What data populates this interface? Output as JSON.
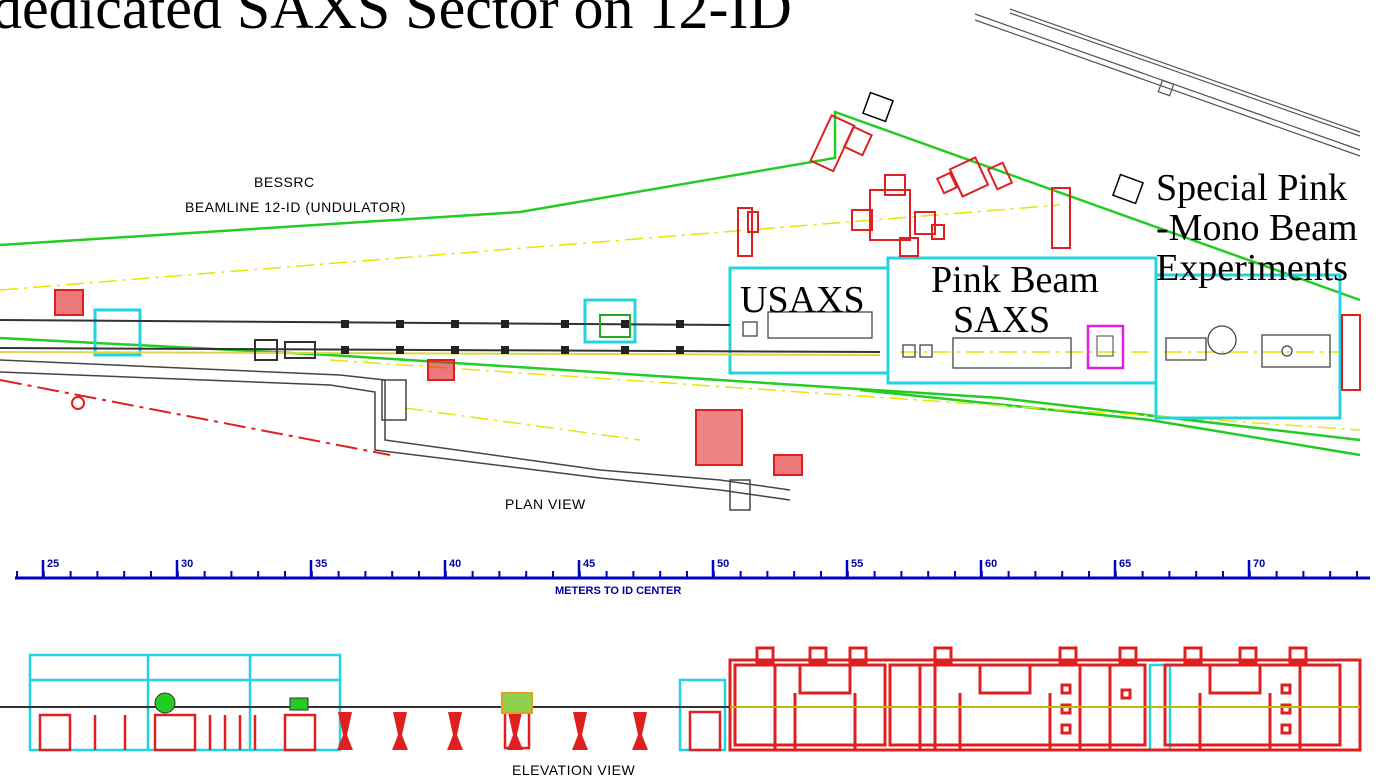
{
  "title": "dedicated SAXS Sector on 12-ID",
  "plan": {
    "org": "BESSRC",
    "beamline": "BEAMLINE 12-ID (UNDULATOR)",
    "view_label": "PLAN VIEW"
  },
  "labels": {
    "usaxs": "USAXS",
    "pink_line1": "Pink Beam",
    "pink_line2": "SAXS",
    "special_line1": "Special Pink",
    "special_line2": "-Mono Beam",
    "special_line3": "Experiments"
  },
  "scale": {
    "ticks": [
      "25",
      "30",
      "35",
      "40",
      "45",
      "50",
      "55",
      "60",
      "65",
      "70"
    ],
    "caption": "METERS TO ID CENTER"
  },
  "elevation": {
    "view_label": "ELEVATION VIEW"
  },
  "colors": {
    "green": "#22cc22",
    "red": "#e02020",
    "cyan": "#22d4e0",
    "blue": "#0000c0",
    "yellow": "#e6e600",
    "magenta": "#e020e0"
  }
}
